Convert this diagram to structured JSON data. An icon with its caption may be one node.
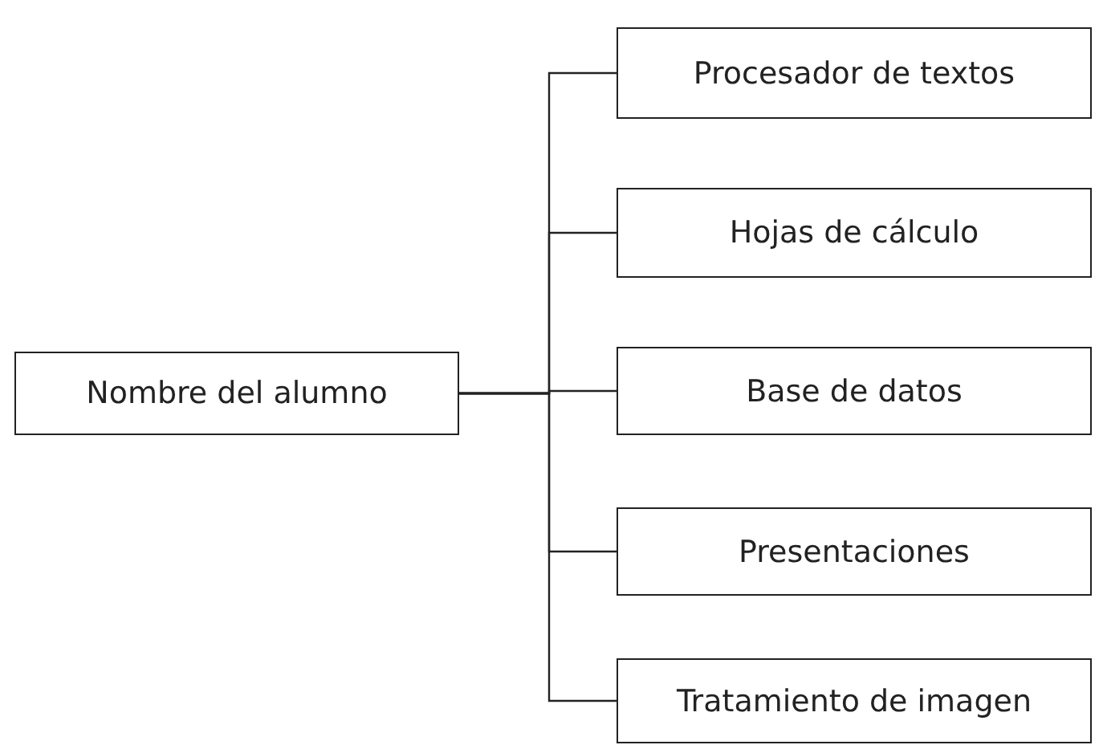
{
  "diagram": {
    "nodes": [
      {
        "text": [
          "Nombre del alumno"
        ]
      },
      {
        "text": [
          "Procesador de textos"
        ]
      },
      {
        "text": [
          "Hojas de cálculo"
        ]
      },
      {
        "text": [
          "Base de datos"
        ]
      },
      {
        "text": [
          "Presentaciones"
        ]
      },
      {
        "text": [
          "Tratamiento de imagen"
        ]
      }
    ],
    "edges": [
      {
        "from": 0,
        "to": 1,
        "arrow": "none"
      },
      {
        "from": 0,
        "to": 2,
        "arrow": "none"
      },
      {
        "from": 0,
        "to": 3,
        "arrow": "none"
      },
      {
        "from": 0,
        "to": 4,
        "arrow": "none"
      },
      {
        "from": 0,
        "to": 5,
        "arrow": "none"
      }
    ]
  }
}
